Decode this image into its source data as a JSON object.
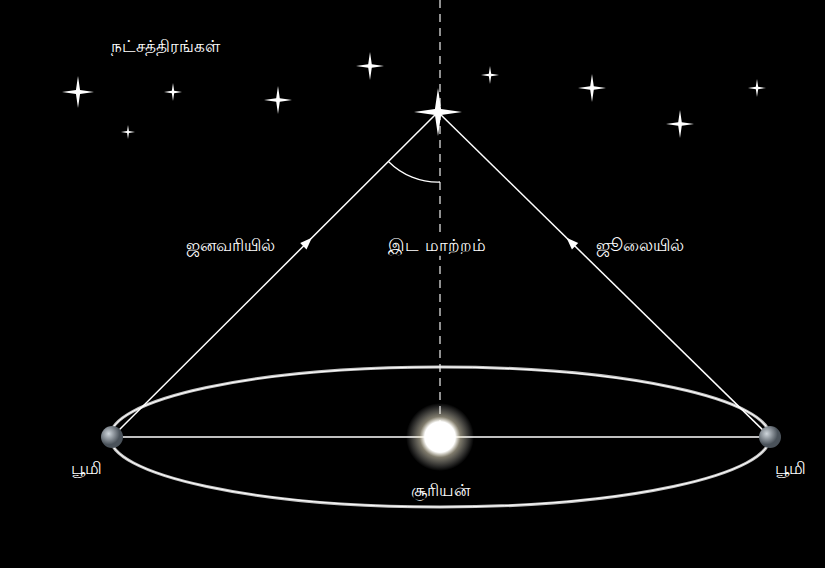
{
  "diagram": {
    "labels": [
      "நட்சத்திரங்கள்",
      "ஜனவரியில்",
      "இட மாற்றம்",
      "ஜூலையில்",
      "பூமி",
      "சூரியன்",
      "பூமி"
    ]
  }
}
